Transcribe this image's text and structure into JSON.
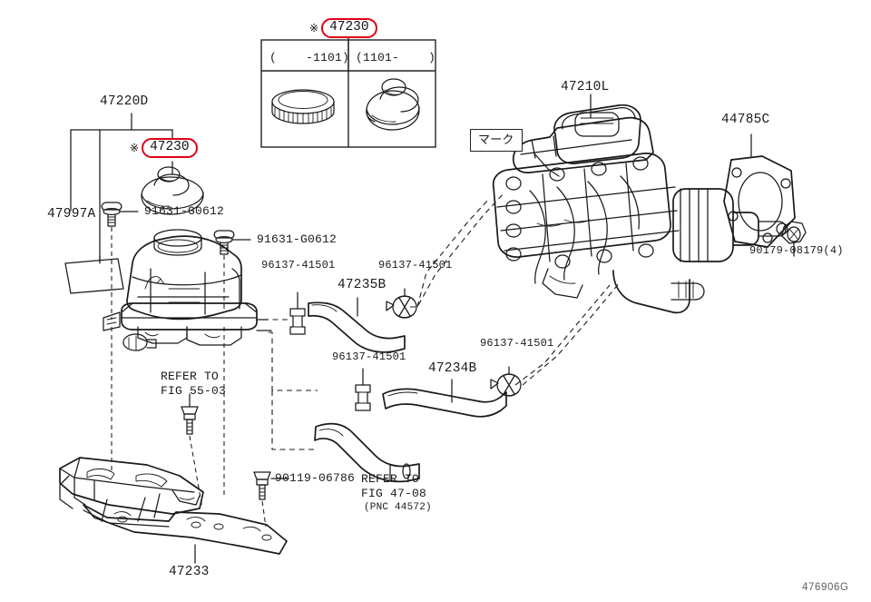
{
  "diagram": {
    "code": "476906G",
    "title": "Brake Master Cylinder / Booster Reservoir Assembly"
  },
  "inset": {
    "badge": {
      "star": "※",
      "number": "47230"
    },
    "columns": [
      {
        "header": "(    -1101)",
        "part": "reservoir-cap-ribbed"
      },
      {
        "header": "(1101-    )",
        "part": "reservoir-cap-swirl"
      }
    ]
  },
  "badges": [
    {
      "star": "※",
      "number": "47230"
    }
  ],
  "labels": {
    "bracket_47220d": "47220D",
    "plate_47997a": "47997A",
    "screw_91631_a": "91631-G0612",
    "screw_91631_b": "91631-G0612",
    "clip_96137_a": "96137-41501",
    "clip_96137_b": "96137-41501",
    "clip_96137_c": "96137-41501",
    "clip_96137_d": "96137-41501",
    "hose_47235b": "47235B",
    "hose_47234b": "47234B",
    "booster_47210l": "47210L",
    "mark_callout": "マーク",
    "gasket_44785c": "44785C",
    "nut_90179": "90179-08179(4)",
    "refer_fig5503_line1": "REFER TO",
    "refer_fig5503_line2": "FIG 55-03",
    "bolt_90119": "90119-06786",
    "refer_fig4708_line1": "REFER TO",
    "refer_fig4708_line2": "FIG 47-08",
    "refer_fig4708_line3": "(PNC 44572)",
    "bracket_47233": "47233"
  },
  "colors": {
    "highlight": "#e00016",
    "line": "#1a1a1a",
    "background": "#ffffff",
    "code_text": "#5f5f5f"
  }
}
